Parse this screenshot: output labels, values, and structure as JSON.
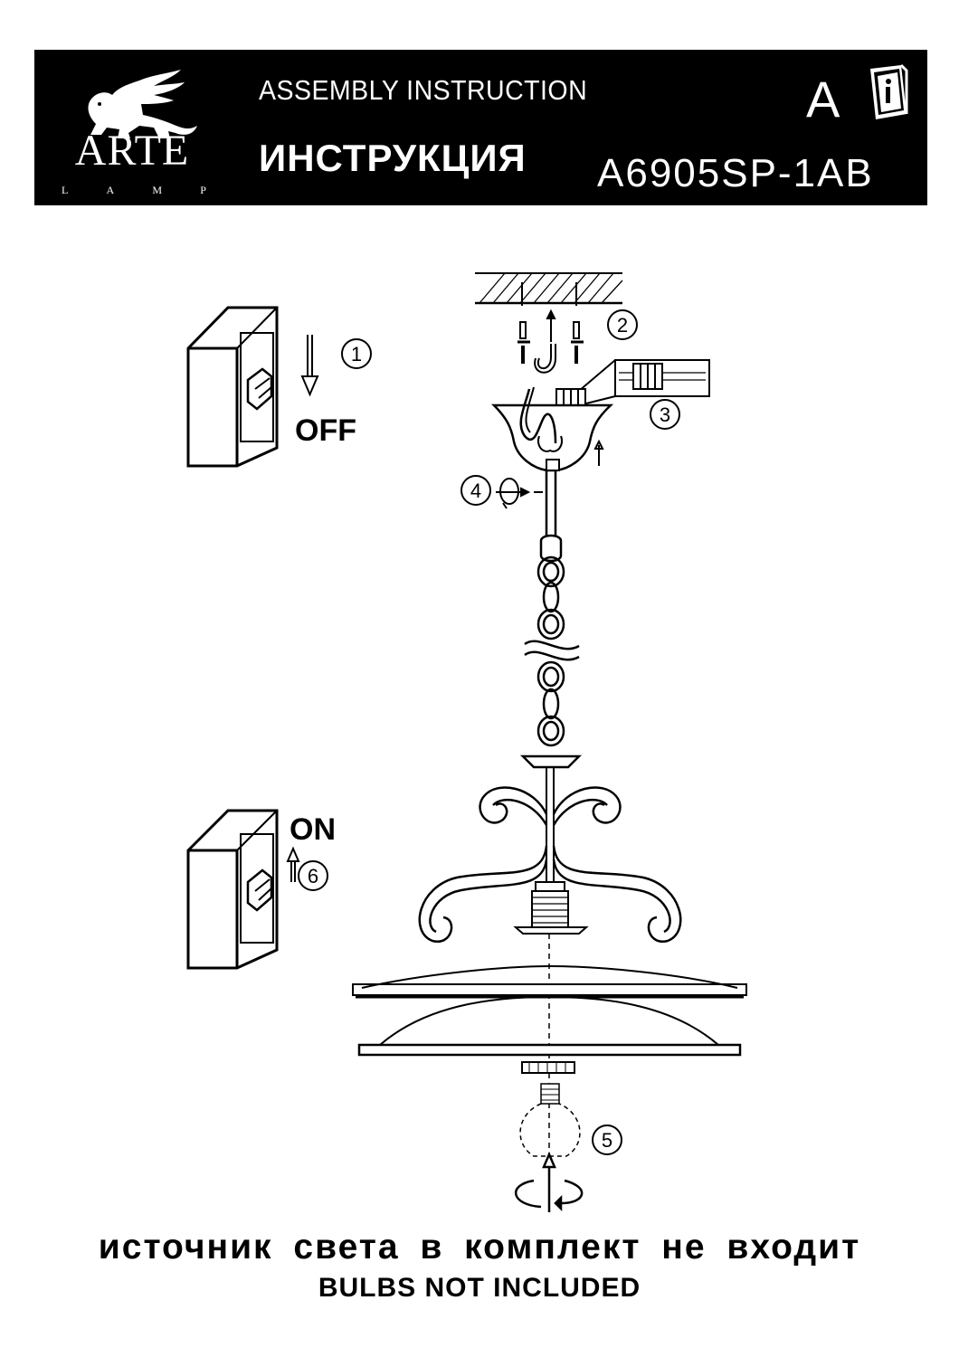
{
  "header": {
    "brand": "ARTE",
    "brand_sub": [
      "L",
      "A",
      "M",
      "P"
    ],
    "title_en": "ASSEMBLY INSTRUCTION",
    "title_ru": "ИНСТРУКЦИЯ",
    "model": "A6905SP-1AB",
    "lang": "A"
  },
  "switches": {
    "off_label": "OFF",
    "on_label": "ON"
  },
  "steps": [
    "1",
    "2",
    "3",
    "4",
    "5",
    "6"
  ],
  "footer": {
    "line_ru": "источник света в комплект не входит",
    "line_en": "BULBS NOT INCLUDED"
  }
}
